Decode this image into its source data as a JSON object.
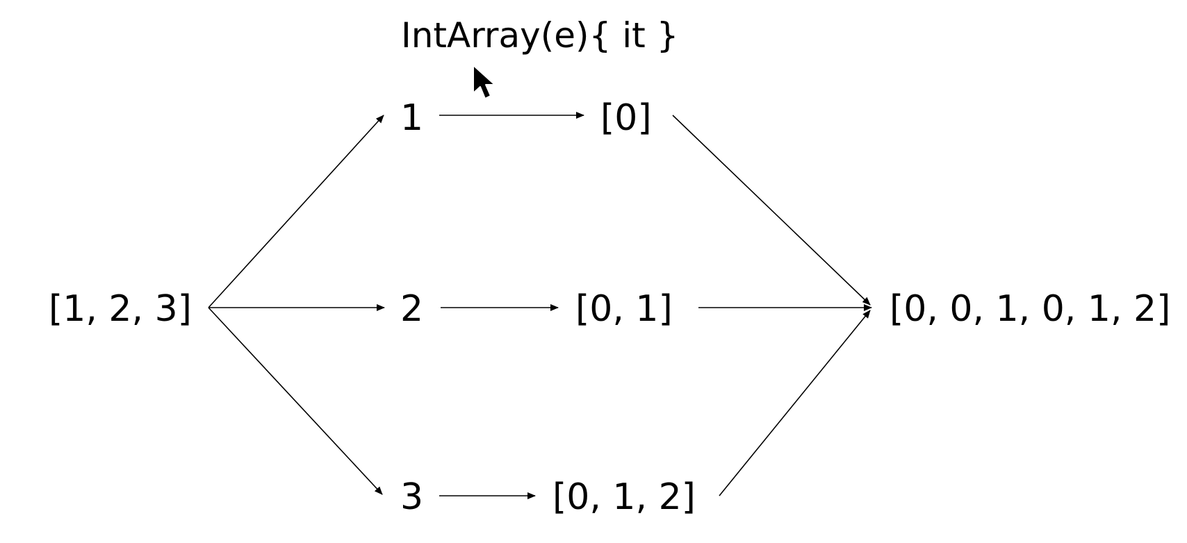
{
  "diagram": {
    "title": "IntArray(e){ it }",
    "nodes": {
      "source": "[1, 2, 3]",
      "item_1": "1",
      "item_2": "2",
      "item_3": "3",
      "array_1": "[0]",
      "array_2": "[0, 1]",
      "array_3": "[0, 1, 2]",
      "result": "[0, 0, 1, 0, 1, 2]"
    }
  },
  "colors": {
    "stroke": "#000000",
    "background": "#ffffff"
  }
}
